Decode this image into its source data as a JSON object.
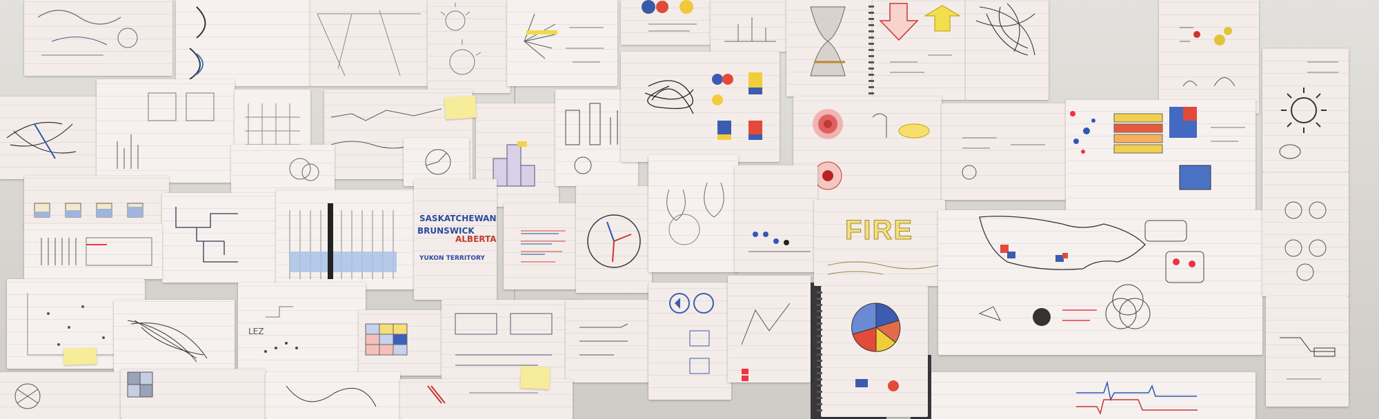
{
  "scene": "photo",
  "wall_color": "#d9d7d3",
  "paper_color": "#f4ece8",
  "sticky_color": "#f7ec9a",
  "labels": {
    "saskatchewan": "SASKATCHEWAN",
    "brunswick": "BRUNSWICK",
    "alberta": "ALBERTA",
    "yukon": "YUKON TERRITORY",
    "fire": "FIRE"
  },
  "icons": [
    "sunburst-icon",
    "pie-chart-icon",
    "clock-chart-icon",
    "arrow-down-icon",
    "arrow-up-icon",
    "network-graph-icon",
    "map-sketch-icon",
    "venn-diagram-icon"
  ]
}
